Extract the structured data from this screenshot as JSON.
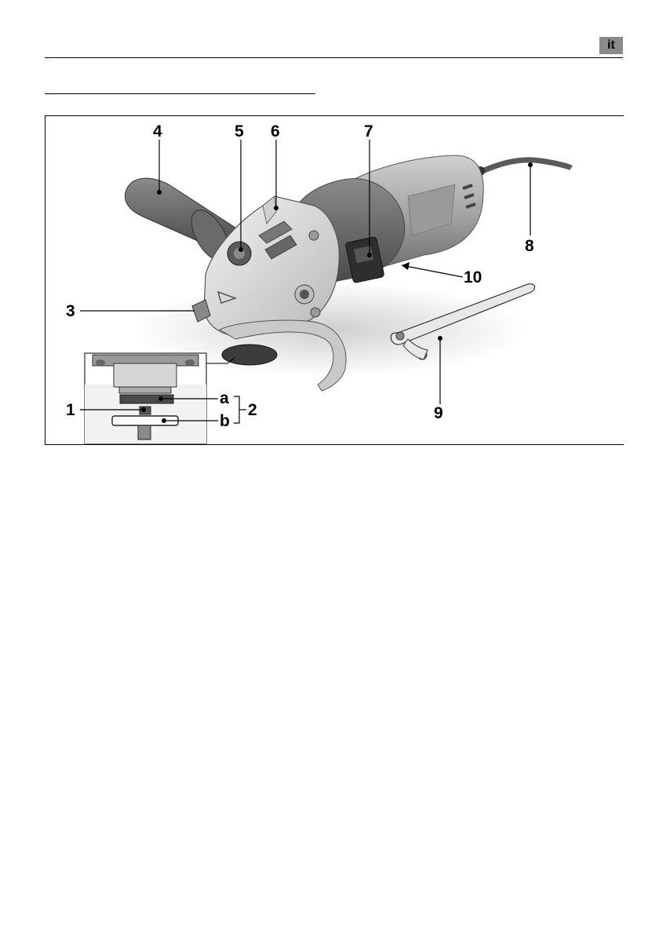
{
  "header": {
    "language_badge": "it"
  },
  "figure": {
    "callouts": {
      "c1": "1",
      "c2": "2",
      "c3": "3",
      "c4": "4",
      "c5": "5",
      "c6": "6",
      "c7": "7",
      "c8": "8",
      "c9": "9",
      "c10": "10",
      "ca": "a",
      "cb": "b"
    }
  }
}
